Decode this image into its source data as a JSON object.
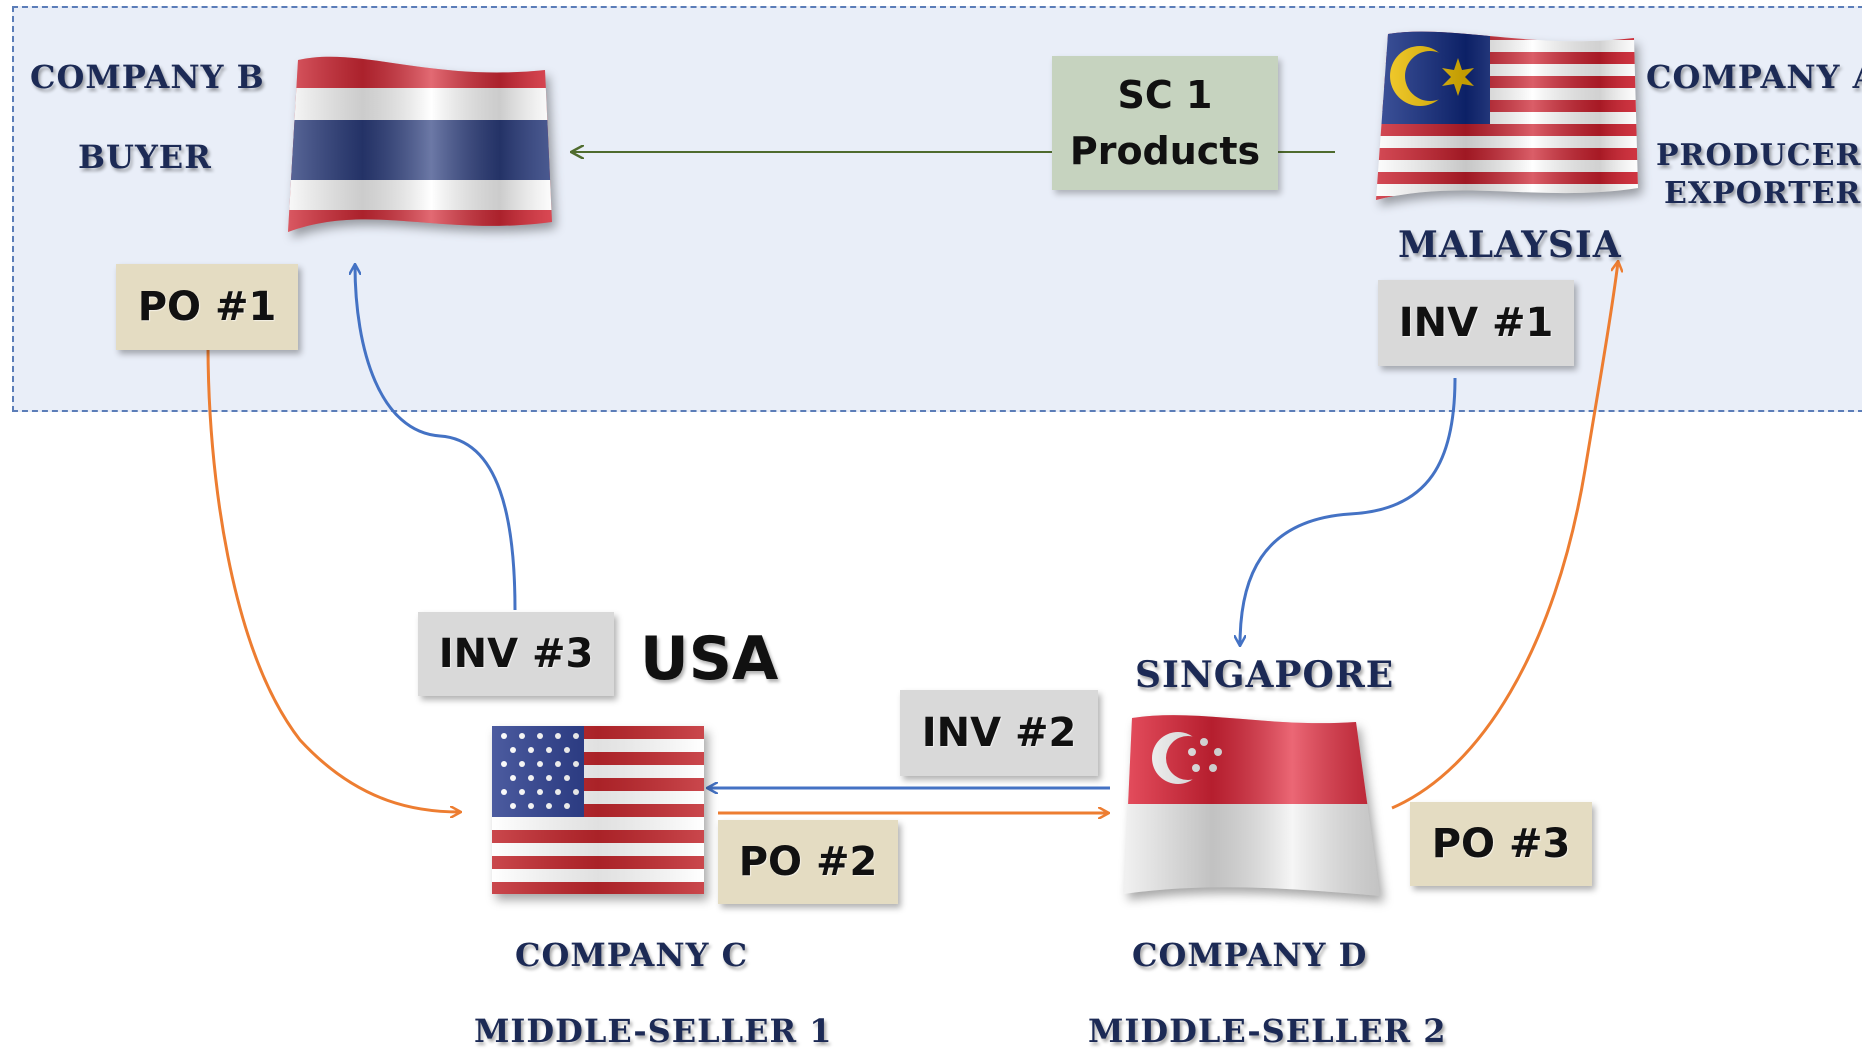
{
  "companies": {
    "b": {
      "name": "COMPANY B",
      "role": "BUYER"
    },
    "a": {
      "name": "COMPANY A",
      "role_line1": "PRODUCER,",
      "role_line2": "EXPORTER",
      "country": "MALAYSIA"
    },
    "c": {
      "name": "COMPANY C",
      "role": "MIDDLE-SELLER 1",
      "country": "USA"
    },
    "d": {
      "name": "COMPANY D",
      "role": "MIDDLE-SELLER 2",
      "country": "SINGAPORE"
    }
  },
  "documents": {
    "sc": {
      "line1": "SC 1",
      "line2": "Products"
    },
    "po1": "PO #1",
    "po2": "PO #2",
    "po3": "PO #3",
    "inv1": "INV #1",
    "inv2": "INV #2",
    "inv3": "INV #3"
  },
  "colors": {
    "po_arrow": "#ed7d31",
    "inv_arrow": "#4472c4",
    "product_arrow": "#4f6b2e",
    "region_border": "#5b7db8",
    "region_fill": "#e9eef8"
  },
  "flags": {
    "thailand": "thailand-flag-icon",
    "malaysia": "malaysia-flag-icon",
    "usa": "usa-flag-icon",
    "singapore": "singapore-flag-icon"
  }
}
